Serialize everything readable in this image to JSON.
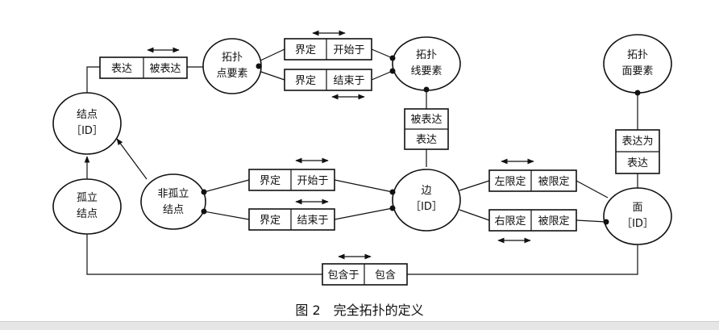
{
  "nodes": {
    "jiedian": {
      "line1": "结点",
      "line2": "［ID］"
    },
    "gulijiedian": {
      "line1": "孤立",
      "line2": "结点"
    },
    "feigulijiedian": {
      "line1": "非孤立",
      "line2": "结点"
    },
    "tuopu_dianyaosu": {
      "line1": "拓扑",
      "line2": "点要素"
    },
    "tuopu_xianyaosu": {
      "line1": "拓扑",
      "line2": "线要素"
    },
    "tuopu_mianyaosu": {
      "line1": "拓扑",
      "line2": "面要素"
    },
    "bian": {
      "line1": "边",
      "line2": "［ID］"
    },
    "mian": {
      "line1": "面",
      "line2": "［ID］"
    }
  },
  "relations": {
    "node_point": {
      "left": "表达",
      "right": "被表达"
    },
    "point_line_top": {
      "left": "界定",
      "right": "开始于"
    },
    "point_line_bottom": {
      "left": "界定",
      "right": "结束于"
    },
    "line_edge": {
      "top": "被表达",
      "bottom": "表达"
    },
    "face_face": {
      "top": "表达为",
      "bottom": "表达"
    },
    "nonisolated_edge_top": {
      "left": "界定",
      "right": "开始于"
    },
    "nonisolated_edge_bottom": {
      "left": "界定",
      "right": "结束于"
    },
    "edge_face_top": {
      "left": "左限定",
      "right": "被限定"
    },
    "edge_face_bottom": {
      "left": "右限定",
      "right": "被限定"
    },
    "contains": {
      "left": "包含于",
      "right": "包含"
    }
  },
  "caption": "图 2　完全拓扑的定义"
}
